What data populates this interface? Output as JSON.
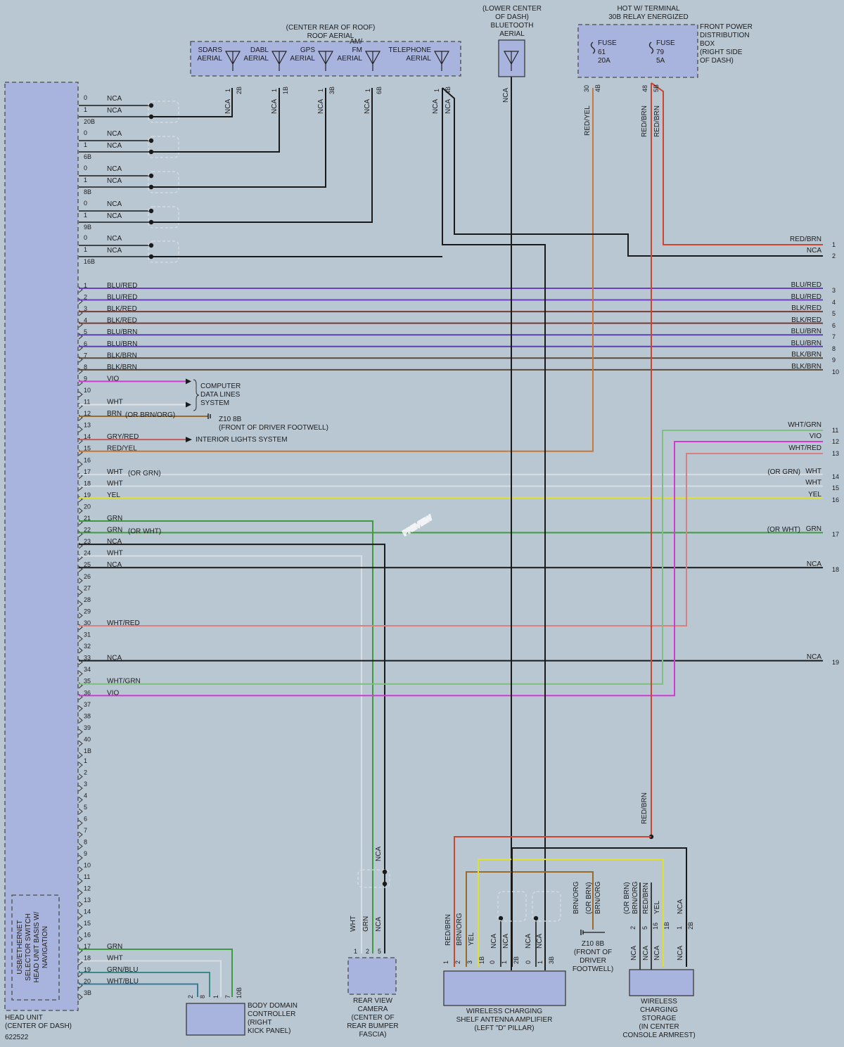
{
  "diagram_id": "622522",
  "components": {
    "head_unit": {
      "label": [
        "HEAD UNIT",
        "(CENTER OF DASH)"
      ]
    },
    "roof_aerial": {
      "label": [
        "(CENTER REAR OF ROOF)",
        "ROOF AERIAL"
      ],
      "sub": [
        {
          "name": [
            "SDARS",
            "AERIAL"
          ],
          "pins": [
            "1",
            "2B"
          ]
        },
        {
          "name": [
            "DABL",
            "AERIAL"
          ],
          "pins": [
            "1",
            "1B"
          ]
        },
        {
          "name": [
            "GPS",
            "AERIAL"
          ],
          "pins": [
            "1",
            "3B"
          ]
        },
        {
          "name": [
            "AM/",
            "FM",
            "AERIAL"
          ],
          "pins": [
            "1",
            "6B"
          ]
        },
        {
          "name": [
            "TELEPHONE",
            "AERIAL"
          ],
          "pins": [
            "1",
            "4B"
          ]
        }
      ]
    },
    "bluetooth_aerial": {
      "label": [
        "(LOWER CENTER",
        "OF DASH)",
        "BLUETOOTH",
        "AERIAL"
      ]
    },
    "relay_note": {
      "label": [
        "HOT W/ TERMINAL",
        "30B RELAY ENERGIZED"
      ]
    },
    "power_box": {
      "label": [
        "FRONT POWER",
        "DISTRIBUTION",
        "BOX",
        "(RIGHT SIDE",
        "OF DASH)"
      ],
      "fuses": [
        {
          "label": "FUSE",
          "num": "61",
          "amp": "20A",
          "pins": [
            "30",
            "4B"
          ]
        },
        {
          "label": "FUSE",
          "num": "79",
          "amp": "5A",
          "pins": [
            "48",
            "5B"
          ]
        }
      ]
    },
    "usb_switch": {
      "label": [
        "USB/ETHERNET",
        "SELECTOR SWITCH",
        "HEAD UNIT BASIS W/",
        "NAVIGATION"
      ]
    },
    "body_domain": {
      "label": [
        "BODY DOMAIN",
        "CONTROLLER",
        "(RIGHT",
        "KICK PANEL)"
      ],
      "pins": [
        "2",
        "8",
        "1",
        "7",
        "10B"
      ]
    },
    "rear_camera": {
      "label": [
        "REAR VIEW",
        "CAMERA",
        "(CENTER OF",
        "REAR BUMPER",
        "FASCIA)"
      ],
      "pins": [
        "1",
        "2",
        "5"
      ]
    },
    "wireless_amp": {
      "label": [
        "WIRELESS CHARGING",
        "SHELF ANTENNA AMPLIFIER",
        "(LEFT \"D\" PILLAR)"
      ],
      "pins": [
        "1",
        "2",
        "3",
        "1B",
        "0",
        "1",
        "2B",
        "0",
        "1",
        "3B"
      ]
    },
    "wireless_storage": {
      "label": [
        "WIRELESS",
        "CHARGING",
        "STORAGE",
        "(IN CENTER",
        "CONSOLE ARMREST)"
      ],
      "pins": [
        "2",
        "5",
        "16",
        "1B",
        "1",
        "2B"
      ]
    },
    "z10_note_top": {
      "label": [
        "Z10 8B",
        "(FRONT OF DRIVER FOOTWELL)"
      ]
    },
    "z10_note_bottom": {
      "label": [
        "Z10 8B",
        "(FRONT OF",
        "DRIVER",
        "FOOTWELL)"
      ]
    },
    "computer_data": {
      "label": [
        "COMPUTER",
        "DATA LINES",
        "SYSTEM"
      ]
    },
    "interior_lights": {
      "label": "INTERIOR LIGHTS SYSTEM"
    }
  },
  "coax_connectors": [
    {
      "pins": [
        "0",
        "1",
        "20B"
      ],
      "labels": [
        "NCA",
        "NCA"
      ]
    },
    {
      "pins": [
        "0",
        "1",
        "6B"
      ],
      "labels": [
        "NCA",
        "NCA"
      ]
    },
    {
      "pins": [
        "0",
        "1",
        "8B"
      ],
      "labels": [
        "NCA",
        "NCA"
      ]
    },
    {
      "pins": [
        "0",
        "1",
        "9B"
      ],
      "labels": [
        "NCA",
        "NCA"
      ]
    },
    {
      "pins": [
        "0",
        "1",
        "16B"
      ],
      "labels": [
        "NCA",
        "NCA"
      ]
    }
  ],
  "hu_wires": [
    {
      "pin": "1",
      "label": "BLU/RED",
      "note": ""
    },
    {
      "pin": "2",
      "label": "BLU/RED",
      "note": ""
    },
    {
      "pin": "3",
      "label": "BLK/RED",
      "note": ""
    },
    {
      "pin": "4",
      "label": "BLK/RED",
      "note": ""
    },
    {
      "pin": "5",
      "label": "BLU/BRN",
      "note": ""
    },
    {
      "pin": "6",
      "label": "BLU/BRN",
      "note": ""
    },
    {
      "pin": "7",
      "label": "BLK/BRN",
      "note": ""
    },
    {
      "pin": "8",
      "label": "BLK/BRN",
      "note": ""
    },
    {
      "pin": "9",
      "label": "VIO",
      "note": ""
    },
    {
      "pin": "10",
      "label": "",
      "note": ""
    },
    {
      "pin": "11",
      "label": "WHT",
      "note": ""
    },
    {
      "pin": "12",
      "label": "BRN",
      "note": "(OR BRN/ORG)"
    },
    {
      "pin": "13",
      "label": "",
      "note": ""
    },
    {
      "pin": "14",
      "label": "GRY/RED",
      "note": ""
    },
    {
      "pin": "15",
      "label": "RED/YEL",
      "note": ""
    },
    {
      "pin": "16",
      "label": "",
      "note": ""
    },
    {
      "pin": "17",
      "label": "WHT",
      "note": "(OR GRN)"
    },
    {
      "pin": "18",
      "label": "WHT",
      "note": ""
    },
    {
      "pin": "19",
      "label": "YEL",
      "note": ""
    },
    {
      "pin": "20",
      "label": "",
      "note": ""
    },
    {
      "pin": "21",
      "label": "GRN",
      "note": ""
    },
    {
      "pin": "22",
      "label": "GRN",
      "note": "(OR WHT)"
    },
    {
      "pin": "23",
      "label": "NCA",
      "note": ""
    },
    {
      "pin": "24",
      "label": "WHT",
      "note": ""
    },
    {
      "pin": "25",
      "label": "NCA",
      "note": ""
    },
    {
      "pin": "26",
      "label": "",
      "note": ""
    },
    {
      "pin": "27",
      "label": "",
      "note": ""
    },
    {
      "pin": "28",
      "label": "",
      "note": ""
    },
    {
      "pin": "29",
      "label": "",
      "note": ""
    },
    {
      "pin": "30",
      "label": "WHT/RED",
      "note": ""
    },
    {
      "pin": "31",
      "label": "",
      "note": ""
    },
    {
      "pin": "32",
      "label": "",
      "note": ""
    },
    {
      "pin": "33",
      "label": "NCA",
      "note": ""
    },
    {
      "pin": "34",
      "label": "",
      "note": ""
    },
    {
      "pin": "35",
      "label": "WHT/GRN",
      "note": ""
    },
    {
      "pin": "36",
      "label": "VIO",
      "note": ""
    },
    {
      "pin": "37",
      "label": "",
      "note": ""
    },
    {
      "pin": "38",
      "label": "",
      "note": ""
    },
    {
      "pin": "39",
      "label": "",
      "note": ""
    },
    {
      "pin": "40",
      "label": "",
      "note": ""
    },
    {
      "pin": "1B",
      "label": "",
      "note": ""
    }
  ],
  "hu_wires_b": [
    {
      "pin": "1",
      "label": ""
    },
    {
      "pin": "2",
      "label": ""
    },
    {
      "pin": "3",
      "label": ""
    },
    {
      "pin": "4",
      "label": ""
    },
    {
      "pin": "5",
      "label": ""
    },
    {
      "pin": "6",
      "label": ""
    },
    {
      "pin": "7",
      "label": ""
    },
    {
      "pin": "8",
      "label": ""
    },
    {
      "pin": "9",
      "label": ""
    },
    {
      "pin": "10",
      "label": ""
    },
    {
      "pin": "11",
      "label": ""
    },
    {
      "pin": "12",
      "label": ""
    },
    {
      "pin": "13",
      "label": ""
    },
    {
      "pin": "14",
      "label": ""
    },
    {
      "pin": "15",
      "label": ""
    },
    {
      "pin": "16",
      "label": ""
    },
    {
      "pin": "17",
      "label": "GRN"
    },
    {
      "pin": "18",
      "label": "WHT"
    },
    {
      "pin": "19",
      "label": "GRN/BLU"
    },
    {
      "pin": "20",
      "label": "WHT/BLU"
    },
    {
      "pin": "3B",
      "label": ""
    }
  ],
  "right_refs": [
    {
      "ref": "1",
      "label": "RED/BRN",
      "note": ""
    },
    {
      "ref": "2",
      "label": "NCA",
      "note": ""
    },
    {
      "ref": "3",
      "label": "BLU/RED",
      "note": ""
    },
    {
      "ref": "4",
      "label": "BLU/RED",
      "note": ""
    },
    {
      "ref": "5",
      "label": "BLK/RED",
      "note": ""
    },
    {
      "ref": "6",
      "label": "BLK/RED",
      "note": ""
    },
    {
      "ref": "7",
      "label": "BLU/BRN",
      "note": ""
    },
    {
      "ref": "8",
      "label": "BLU/BRN",
      "note": ""
    },
    {
      "ref": "9",
      "label": "BLK/BRN",
      "note": ""
    },
    {
      "ref": "10",
      "label": "BLK/BRN",
      "note": ""
    },
    {
      "ref": "11",
      "label": "WHT/GRN",
      "note": ""
    },
    {
      "ref": "12",
      "label": "VIO",
      "note": ""
    },
    {
      "ref": "13",
      "label": "WHT/RED",
      "note": ""
    },
    {
      "ref": "14",
      "label": "WHT",
      "note": "(OR GRN)"
    },
    {
      "ref": "15",
      "label": "WHT",
      "note": ""
    },
    {
      "ref": "16",
      "label": "YEL",
      "note": ""
    },
    {
      "ref": "17",
      "label": "GRN",
      "note": "(OR WHT)"
    },
    {
      "ref": "18",
      "label": "NCA",
      "note": ""
    },
    {
      "ref": "19",
      "label": "NCA",
      "note": ""
    }
  ],
  "vertical_labels": {
    "aerial_nca": [
      "NCA",
      "NCA",
      "NCA",
      "NCA",
      "NCA",
      "NCA"
    ],
    "bluetooth_nca": "NCA",
    "fuse_wires": [
      "RED/YEL",
      "RED/BRN",
      "RED/BRN"
    ],
    "splice_wire": "RED/BRN",
    "camera_wires": [
      "WHT",
      "GRN",
      "NCA",
      "NCA"
    ],
    "amp_wires": [
      "RED/BRN",
      "BRN/ORG",
      "YEL",
      "NCA",
      "NCA",
      "NCA",
      "NCA"
    ],
    "z10_wires": [
      "BRN/ORG",
      "(OR BRN)",
      "BRN/ORG"
    ],
    "storage_wires": [
      "(OR BRN)",
      "BRN/ORG",
      "RED/BRN",
      "YEL",
      "NCA"
    ],
    "storage_bottom": [
      "NCA",
      "NCA",
      "NCA",
      "NCA"
    ]
  },
  "colors": {
    "background": "#b9c7d3",
    "component": "#a9b4de",
    "red": "#d0432c",
    "orange": "#c87838",
    "violet": "#d339d3",
    "yellow": "#e0e02a",
    "green": "#3d9a3d",
    "light_green": "#7fc07f",
    "white_wire": "#e8ecef",
    "blue_red": "#6a40c0",
    "blk_red": "#7a3a3a",
    "blu_brn": "#5a40b0",
    "blk_brn": "#5a4a3a",
    "brown": "#9a6a2a",
    "black": "#1a1a1a"
  },
  "watermark": "PREVIEW"
}
